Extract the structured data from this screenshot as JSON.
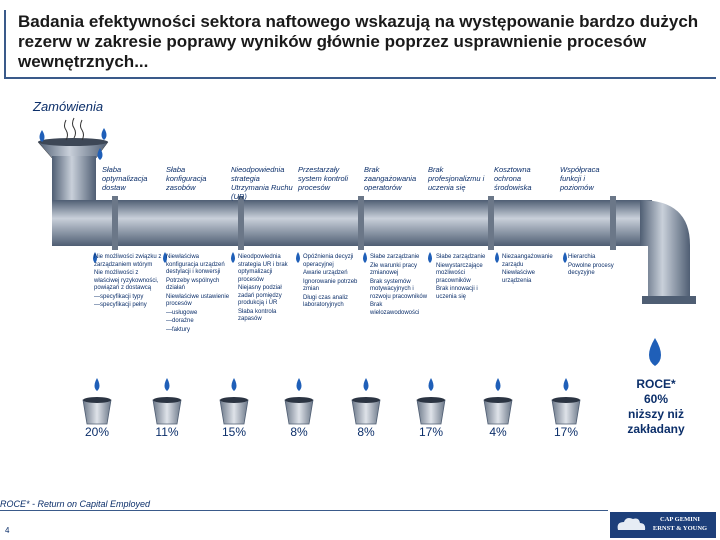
{
  "title": "Badania efektywności sektora naftowego wskazują na występowanie bardzo dużych rezerw w zakresie poprawy wyników głównie poprzez usprawnienie procesów wewnętrznych...",
  "input_label": "Zamówienia",
  "stages": [
    {
      "label": "Słaba optymalizacja dostaw",
      "causes": [
        "Nie możliwości związku z zarządzaniem wtórym",
        "Nie możliwości z właściwej ryzykowności, powiązań z dostawcą",
        "—specyfikacji typy",
        "—specyfikacji pełny"
      ],
      "percent": "20%"
    },
    {
      "label": "Słaba konfiguracja zasobów",
      "causes": [
        "Niewłaściwa konfiguracja urządzeń destylacji i konwersji",
        "Potrzeby wspólnych działań",
        "Niewłaściwe ustawienie procesów",
        "—usługowe",
        "—doraźne",
        "—faktury"
      ],
      "percent": "11%"
    },
    {
      "label": "Nieodpowiednia strategia Utrzymania Ruchu (UR)",
      "causes": [
        "Nieodpowiednia strategia UR i brak optymalizacji procesów",
        "Niejasny podział zadań pomiędzy produkcją i UR",
        "Słaba kontrola zapasów"
      ],
      "percent": "15%"
    },
    {
      "label": "Przestarzały system kontroli procesów",
      "causes": [
        "Opóźnienia decyzji operacyjnej",
        "Awarie urządzeń",
        "Ignorowanie potrzeb zmian",
        "Długi czas analiz laboratoryjnych"
      ],
      "percent": "8%"
    },
    {
      "label": "Brak zaangażowania operatorów",
      "causes": [
        "Słabe zarządzanie",
        "Złe warunki pracy zmianowej",
        "Brak systemów motywacyjnych i rozwoju pracowników",
        "Brak wielozawodowości"
      ],
      "percent": "8%"
    },
    {
      "label": "Brak profesjonalizmu i uczenia się",
      "causes": [
        "Słabe zarządzanie",
        "Niewystarczające możliwości pracowników",
        "Brak innowacji i uczenia się"
      ],
      "percent": "17%"
    },
    {
      "label": "Kosztowna ochrona środowiska",
      "causes": [
        "Niezaangażowanie zarządu",
        "Niewłaściwe urządzenia"
      ],
      "percent": "4%"
    },
    {
      "label": "Współpraca funkcji i poziomów",
      "causes": [
        "Hierarchia",
        "Powolne procesy decyzyjne"
      ],
      "percent": "17%"
    }
  ],
  "roce": {
    "line1": "ROCE*",
    "line2": "60%",
    "line3": "niższy niż",
    "line4": "zakładany"
  },
  "footnote": "ROCE* - Return on Capital Employed",
  "page_number": "4",
  "logo": {
    "line1": "CAP GEMINI",
    "line2": "ERNST & YOUNG"
  },
  "colors": {
    "pipe_dark": "#4f5e73",
    "pipe_light": "#b7c0cc",
    "water": "#1f5fb8",
    "text": "#0c2f6a",
    "accent": "#3a5a8a"
  }
}
